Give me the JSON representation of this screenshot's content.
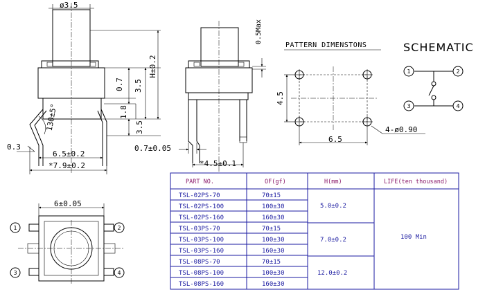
{
  "views": {
    "front": {
      "dims": {
        "top_dia": "ø3.5",
        "height": "H±0.2",
        "dim_3_5a": "3.5",
        "dim_0_7": "0.7",
        "dim_1_8": "1.8",
        "dim_3_5b": "3.5",
        "angle": "130±5°",
        "lead_thk": "0.3",
        "width_inner": "6.5±0.2",
        "width_outer": "*7.9±0.2"
      }
    },
    "side": {
      "dims": {
        "max_label": "0.5Max",
        "lead_w": "0.7±0.05",
        "lead_pitch": "*4.5±0.1"
      }
    },
    "pattern": {
      "title": "PATTERN DIMENSTONS",
      "dim_4_5": "4.5",
      "dim_6_5": "6.5",
      "hole": "4-ø0.90"
    },
    "schematic": {
      "title": "SCHEMATIC",
      "pins": [
        "1",
        "2",
        "3",
        "4"
      ]
    },
    "top": {
      "dim_width": "6±0.05",
      "pins": [
        "1",
        "2",
        "3",
        "4"
      ]
    }
  },
  "table": {
    "headers": [
      "PART NO.",
      "OF(gf)",
      "H(mm)",
      "LIFE(ten thousand)"
    ],
    "rows": [
      [
        "TSL-02PS-70",
        "70±15"
      ],
      [
        "TSL-02PS-100",
        "100±30"
      ],
      [
        "TSL-02PS-160",
        "160±30"
      ],
      [
        "TSL-03PS-70",
        "70±15"
      ],
      [
        "TSL-03PS-100",
        "100±30"
      ],
      [
        "TSL-03PS-160",
        "160±30"
      ],
      [
        "TSL-08PS-70",
        "70±15"
      ],
      [
        "TSL-08PS-100",
        "100±30"
      ],
      [
        "TSL-08PS-160",
        "160±30"
      ]
    ],
    "h_groups": [
      "5.0±0.2",
      "7.0±0.2",
      "12.0±0.2"
    ],
    "life": "100 Min"
  },
  "colors": {
    "table_lines": "#1a1aa0",
    "table_text": "#1a1aa0",
    "table_header": "#8a1a6a"
  }
}
